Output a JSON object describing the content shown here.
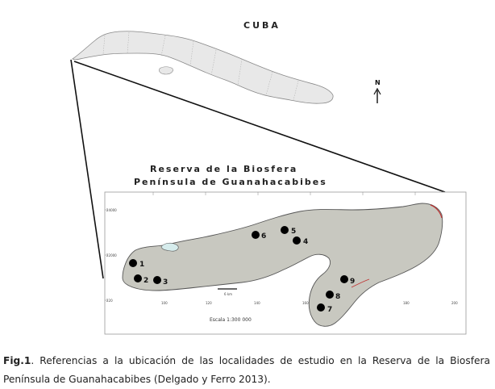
{
  "map": {
    "country_label": "CUBA",
    "north_label": "N",
    "inset_title_line1": "Reserva de la Biosfera",
    "inset_title_line2": "Península de Guanahacabibes",
    "scale_text": "Escala 1:300 000",
    "scalebar_label": "6 km",
    "tick_labels": [
      "24000",
      "22000",
      "220",
      "100",
      "120",
      "140",
      "160",
      "180",
      "200"
    ],
    "land_color": "#c8c8c0",
    "water_color": "#ffffff",
    "site_color": "#000000",
    "sites": [
      {
        "label": "1"
      },
      {
        "label": "2"
      },
      {
        "label": "3"
      },
      {
        "label": "4"
      },
      {
        "label": "5"
      },
      {
        "label": "6"
      },
      {
        "label": "7"
      },
      {
        "label": "8"
      },
      {
        "label": "9"
      }
    ]
  },
  "caption": {
    "fig_label": "Fig.1",
    "text": ". Referencias a la ubicación de las localidades de estudio en la Reserva de la Biosfera Península de Guanahacabibes (Delgado y Ferro 2013)."
  }
}
